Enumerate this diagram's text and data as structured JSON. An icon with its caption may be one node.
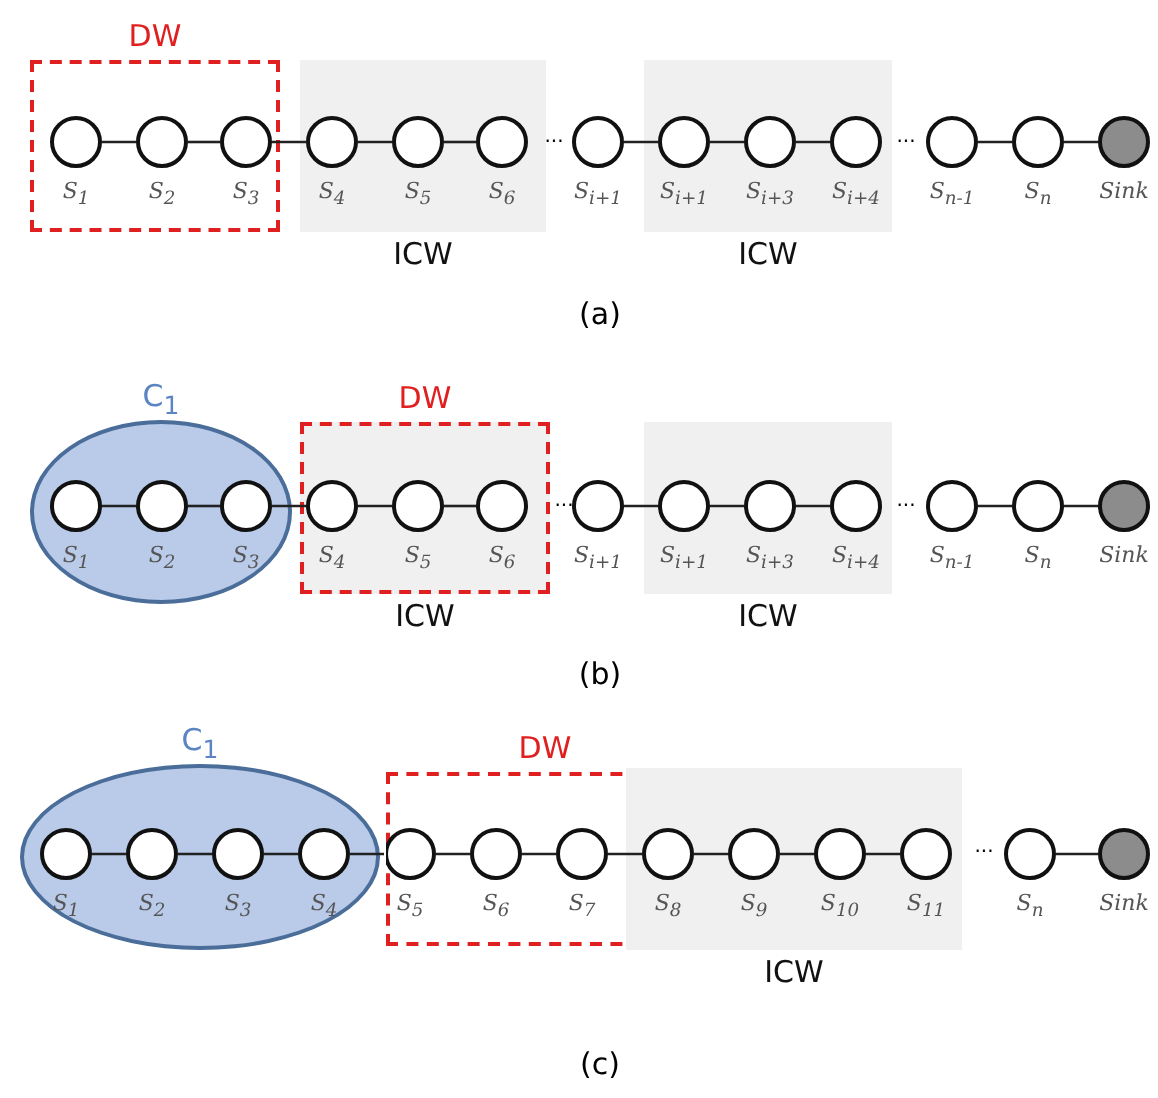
{
  "diagram": {
    "nodes": [
      {
        "text": [
          "DW"
        ]
      },
      {
        "text": [],
        "shape": "circle",
        "beside": [
          "S$_{1}$"
        ],
        "in": 0
      },
      {
        "text": [],
        "shape": "circle",
        "beside": [
          "S$_{2}$"
        ],
        "in": 0
      },
      {
        "text": [],
        "shape": "circle",
        "beside": [
          "S$_{3}$"
        ],
        "in": 0
      },
      {
        "text": [
          "ICW"
        ]
      },
      {
        "text": [],
        "shape": "circle",
        "beside": [
          "S$_{4}$"
        ],
        "in": 4
      },
      {
        "text": [],
        "shape": "circle",
        "beside": [
          "S$_{5}$"
        ],
        "in": 4
      },
      {
        "text": [],
        "shape": "circle",
        "beside": [
          "S$_{6}$"
        ],
        "in": 4
      },
      {
        "text": [],
        "shape": "circle",
        "beside": [
          "S$_{i+1}$"
        ]
      },
      {
        "text": [
          "ICW"
        ]
      },
      {
        "text": [],
        "shape": "circle",
        "beside": [
          "S$_{i+1}$"
        ],
        "in": 9
      },
      {
        "text": [],
        "shape": "circle",
        "beside": [
          "S$_{i+3}$"
        ],
        "in": 9
      },
      {
        "text": [],
        "shape": "circle",
        "beside": [
          "S$_{i+4}$"
        ],
        "in": 9
      },
      {
        "text": [],
        "shape": "circle",
        "beside": [
          "S$_{n-1}$"
        ]
      },
      {
        "text": [],
        "shape": "circle",
        "beside": [
          "S$_{n}$"
        ]
      },
      {
        "text": [],
        "shape": "circle",
        "beside": [
          "Sink"
        ]
      },
      {
        "text": [
          "C$_{1}$"
        ]
      },
      {
        "text": [],
        "shape": "circle",
        "beside": [
          "S$_{1}$"
        ],
        "in": 16
      },
      {
        "text": [],
        "shape": "circle",
        "beside": [
          "S$_{2}$"
        ],
        "in": 16
      },
      {
        "text": [],
        "shape": "circle",
        "beside": [
          "S$_{3}$"
        ],
        "in": 16
      },
      {
        "text": [
          "ICW"
        ]
      },
      {
        "text": [
          "DW"
        ],
        "in": 20
      },
      {
        "text": [],
        "shape": "circle",
        "beside": [
          "S$_{4}$"
        ],
        "in": 21
      },
      {
        "text": [],
        "shape": "circle",
        "beside": [
          "S$_{5}$"
        ],
        "in": 21
      },
      {
        "text": [],
        "shape": "circle",
        "beside": [
          "S$_{6}$"
        ],
        "in": 21
      },
      {
        "text": [],
        "shape": "circle",
        "beside": [
          "S$_{i+1}$"
        ]
      },
      {
        "text": [
          "ICW"
        ]
      },
      {
        "text": [],
        "shape": "circle",
        "beside": [
          "S$_{i+1}$"
        ],
        "in": 26
      },
      {
        "text": [],
        "shape": "circle",
        "beside": [
          "S$_{i+3}$"
        ],
        "in": 26
      },
      {
        "text": [],
        "shape": "circle",
        "beside": [
          "S$_{i+4}$"
        ],
        "in": 26
      },
      {
        "text": [],
        "shape": "circle",
        "beside": [
          "S$_{n-1}$"
        ]
      },
      {
        "text": [],
        "shape": "circle",
        "beside": [
          "S$_{n}$"
        ]
      },
      {
        "text": [],
        "shape": "circle",
        "beside": [
          "Sink"
        ]
      },
      {
        "text": [
          "C$_{1}$"
        ]
      },
      {
        "text": [],
        "shape": "circle",
        "beside": [
          "S$_{1}$"
        ],
        "in": 33
      },
      {
        "text": [],
        "shape": "circle",
        "beside": [
          "S$_{2}$"
        ],
        "in": 33
      },
      {
        "text": [],
        "shape": "circle",
        "beside": [
          "S$_{3}$"
        ],
        "in": 33
      },
      {
        "text": [],
        "shape": "circle",
        "beside": [
          "S$_{4}$"
        ],
        "in": 33
      },
      {
        "text": [
          "DW"
        ]
      },
      {
        "text": [],
        "shape": "circle",
        "beside": [
          "S$_{5}$"
        ],
        "in": 38
      },
      {
        "text": [],
        "shape": "circle",
        "beside": [
          "S$_{6}$"
        ],
        "in": 38
      },
      {
        "text": [],
        "shape": "circle",
        "beside": [
          "S$_{7}$"
        ],
        "in": 38
      },
      {
        "text": [
          "ICW"
        ]
      },
      {
        "text": [],
        "shape": "circle",
        "beside": [
          "S$_{8}$"
        ]
      },
      {
        "text": [],
        "shape": "circle",
        "beside": [
          "S$_{9}$"
        ],
        "in": 42
      },
      {
        "text": [],
        "shape": "circle",
        "beside": [
          "S$_{10}$"
        ],
        "in": 42
      },
      {
        "text": [],
        "shape": "circle",
        "beside": [
          "S$_{11}$"
        ],
        "in": 42
      },
      {
        "text": [],
        "shape": "circle",
        "beside": [
          "S$_{n}$"
        ]
      },
      {
        "text": [],
        "shape": "circle",
        "beside": [
          "Sink"
        ]
      }
    ],
    "edges": [
      {
        "from": 1,
        "to": 2,
        "arrow": "none"
      },
      {
        "from": 2,
        "to": 3,
        "arrow": "none"
      },
      {
        "from": 3,
        "to": 5,
        "arrow": "none"
      },
      {
        "from": 5,
        "to": 6,
        "arrow": "none"
      },
      {
        "from": 6,
        "to": 7,
        "arrow": "none"
      },
      {
        "from": 8,
        "to": 10,
        "arrow": "none"
      },
      {
        "from": 10,
        "to": 11,
        "arrow": "none"
      },
      {
        "from": 11,
        "to": 12,
        "arrow": "none"
      },
      {
        "from": 13,
        "to": 14,
        "arrow": "none"
      },
      {
        "from": 14,
        "to": 15,
        "arrow": "none"
      },
      {
        "from": 17,
        "to": 18,
        "arrow": "none"
      },
      {
        "from": 18,
        "to": 19,
        "arrow": "none"
      },
      {
        "from": 19,
        "to": 22,
        "arrow": "none"
      },
      {
        "from": 22,
        "to": 23,
        "arrow": "none"
      },
      {
        "from": 23,
        "to": 24,
        "arrow": "none"
      },
      {
        "from": 25,
        "to": 27,
        "arrow": "none"
      },
      {
        "from": 27,
        "to": 28,
        "arrow": "none"
      },
      {
        "from": 28,
        "to": 29,
        "arrow": "none"
      },
      {
        "from": 30,
        "to": 31,
        "arrow": "none"
      },
      {
        "from": 31,
        "to": 32,
        "arrow": "none"
      },
      {
        "from": 34,
        "to": 35,
        "arrow": "none"
      },
      {
        "from": 35,
        "to": 36,
        "arrow": "none"
      },
      {
        "from": 36,
        "to": 37,
        "arrow": "none"
      },
      {
        "from": 37,
        "to": 39,
        "arrow": "none"
      },
      {
        "from": 39,
        "to": 40,
        "arrow": "none"
      },
      {
        "from": 40,
        "to": 41,
        "arrow": "none"
      },
      {
        "from": 41,
        "to": 43,
        "arrow": "none"
      },
      {
        "from": 43,
        "to": 44,
        "arrow": "none"
      },
      {
        "from": 44,
        "to": 45,
        "arrow": "none"
      },
      {
        "from": 45,
        "to": 46,
        "arrow": "none"
      },
      {
        "from": 47,
        "to": 48,
        "arrow": "none"
      }
    ],
    "labels": [
      "...",
      "...",
      "(a)",
      "...",
      "...",
      "(b)",
      "...",
      "(c)"
    ]
  }
}
